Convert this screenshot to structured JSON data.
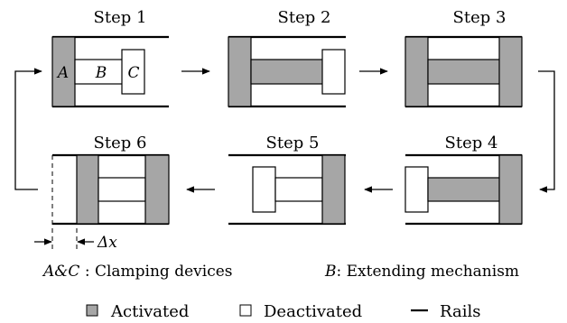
{
  "steps": [
    {
      "label": "Step 1"
    },
    {
      "label": "Step 2"
    },
    {
      "label": "Step 3"
    },
    {
      "label": "Step 4"
    },
    {
      "label": "Step 5"
    },
    {
      "label": "Step 6"
    }
  ],
  "part_labels": {
    "a": "A",
    "b": "B",
    "c": "C"
  },
  "delta_label": "Δx",
  "captions": {
    "clamping_prefix": "A&C",
    "clamping_text": " : Clamping devices",
    "extending_prefix": "B",
    "extending_text": ": Extending mechanism"
  },
  "legend": {
    "activated": "Activated",
    "deactivated": "Deactivated",
    "rails": "Rails"
  },
  "colors": {
    "activated": "#a6a6a6",
    "deactivated": "#ffffff",
    "rails": "#000000"
  }
}
